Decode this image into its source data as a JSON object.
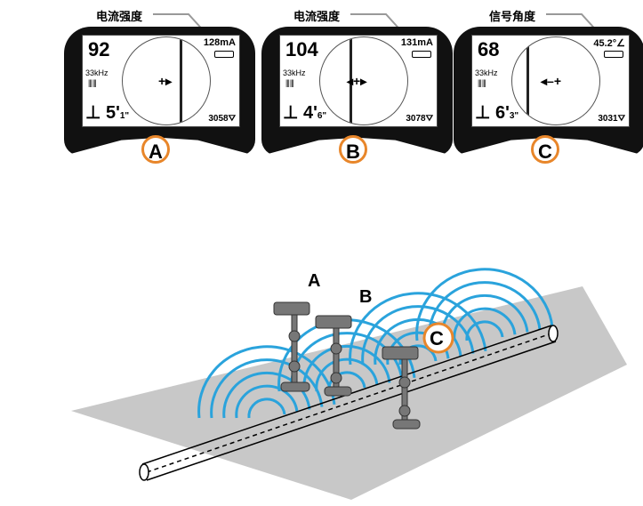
{
  "panels": [
    {
      "id": "A",
      "title": "电流强度",
      "strength": "92",
      "reading": "128mA",
      "freq": "33kHz",
      "depth_ft": "5",
      "depth_in": "1\"",
      "count": "3058"
    },
    {
      "id": "B",
      "title": "电流强度",
      "strength": "104",
      "reading": "131mA",
      "freq": "33kHz",
      "depth_ft": "4",
      "depth_in": "6\"",
      "count": "3078"
    },
    {
      "id": "C",
      "title": "信号角度",
      "strength": "68",
      "reading": "45.2°∠",
      "freq": "33kHz",
      "depth_ft": "6",
      "depth_in": "3\"",
      "count": "3031"
    }
  ],
  "scene": {
    "labels": [
      "A",
      "B",
      "C"
    ]
  },
  "colors": {
    "accent": "#e8862a",
    "field": "#2aa3dc",
    "ground": "#c8c8c8"
  }
}
